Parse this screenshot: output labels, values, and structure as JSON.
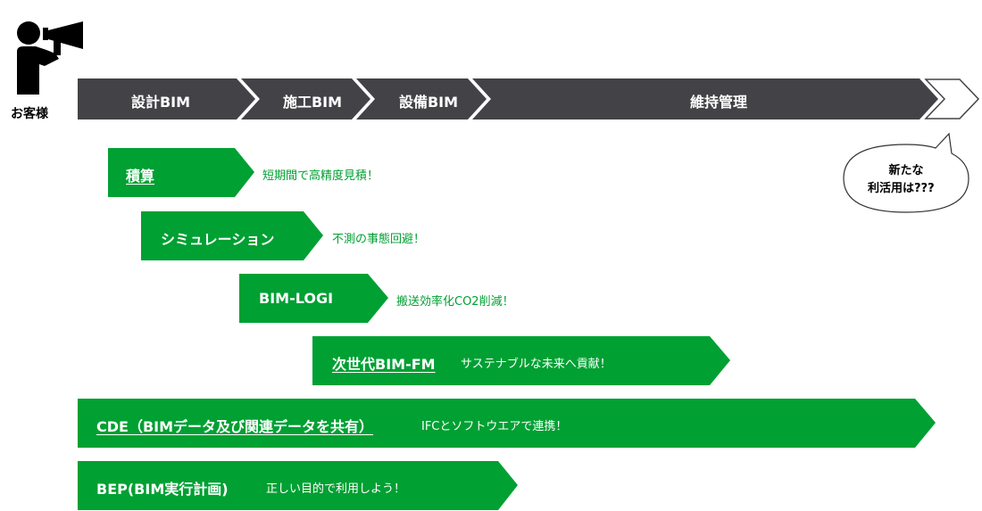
{
  "customer": {
    "label": "お客様",
    "icon": "person-megaphone-icon"
  },
  "pipeline": {
    "stages": [
      "設計BIM",
      "施工BIM",
      "設備BIM",
      "維持管理"
    ],
    "color": "#434347"
  },
  "bubble": {
    "line1": "新たな",
    "line2": "利活用は???"
  },
  "bars": [
    {
      "title": "積算",
      "desc": "短期間で高精度見積！"
    },
    {
      "title": "シミュレーション",
      "desc": "不測の事態回避！"
    },
    {
      "title": "BIM-LOGI",
      "desc": "搬送効率化CO2削減！"
    },
    {
      "title": "次世代BIM-FM",
      "desc": "サステナブルな未来へ貢献！"
    },
    {
      "title": "CDE（BIMデータ及び関連データを共有）",
      "desc": "IFCとソフトウエアで連携！"
    },
    {
      "title": "BEP(BIM実行計画)",
      "desc": "正しい目的で利用しよう！"
    }
  ],
  "accent": "#00a033"
}
